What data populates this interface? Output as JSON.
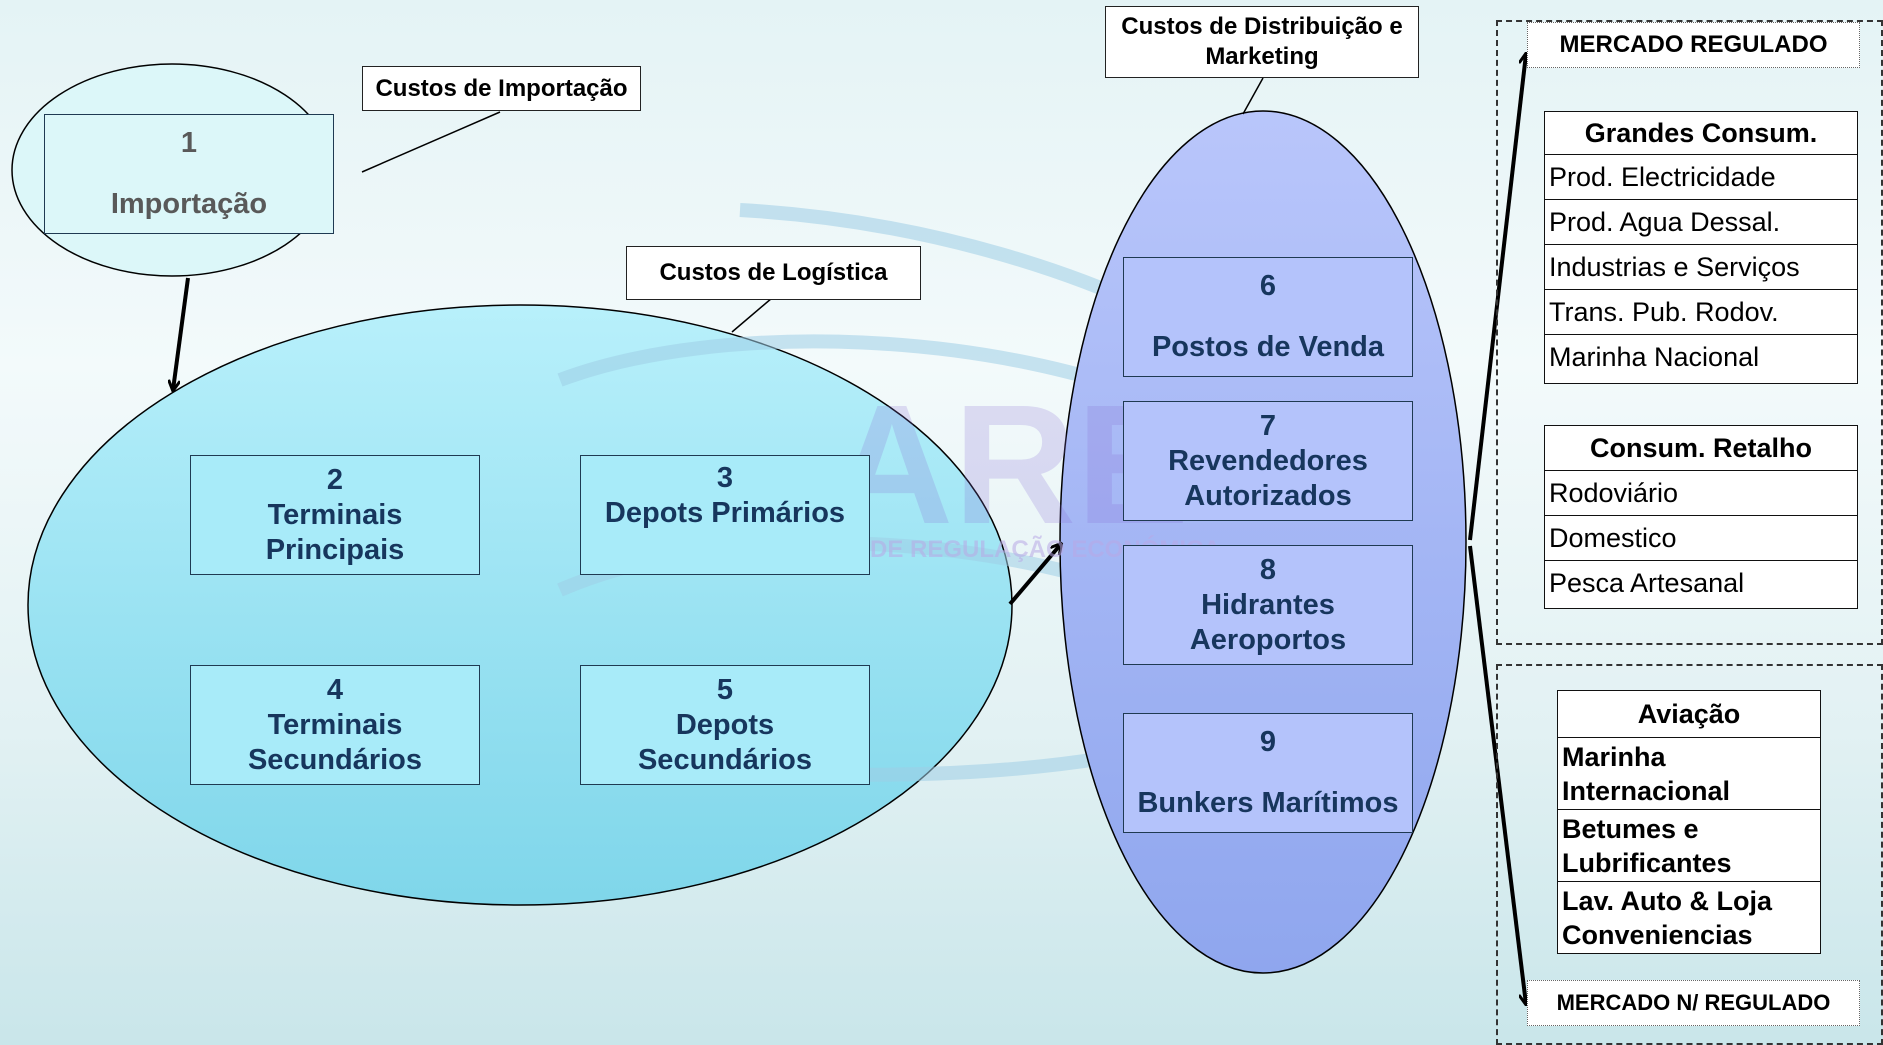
{
  "callouts": {
    "importacao": "Custos de Importação",
    "logistica": "Custos de Logística",
    "distribuicao": "Custos de Distribuição e Marketing"
  },
  "nodes": {
    "n1": {
      "num": "1",
      "label": "Importação"
    },
    "n2": {
      "num": "2",
      "label": "Terminais Principais"
    },
    "n3": {
      "num": "3",
      "label": "Depots Primários"
    },
    "n4": {
      "num": "4",
      "label": "Terminais Secundários"
    },
    "n5": {
      "num": "5",
      "label": "Depots Secundários"
    },
    "n6": {
      "num": "6",
      "label": "Postos de Venda"
    },
    "n7": {
      "num": "7",
      "label": "Revendedores Autorizados"
    },
    "n8": {
      "num": "8",
      "label": "Hidrantes Aeroportos"
    },
    "n9": {
      "num": "9",
      "label": "Bunkers Marítimos"
    }
  },
  "markets": {
    "regulado": "MERCADO REGULADO",
    "nao_regulado": "MERCADO N/ REGULADO"
  },
  "tables": {
    "grandes": {
      "header": "Grandes Consum.",
      "rows": [
        "Prod. Electricidade",
        "Prod. Agua Dessal.",
        "Industrias e Serviços",
        "Trans. Pub. Rodov.",
        "Marinha Nacional"
      ]
    },
    "retalho": {
      "header": "Consum. Retalho",
      "rows": [
        "Rodoviário",
        "Domestico",
        "Pesca Artesanal"
      ]
    },
    "aviacao": {
      "header": "Aviação",
      "rows": [
        "Marinha Internacional",
        "Betumes e Lubrificantes",
        "Lav. Auto & Loja Conveniencias"
      ]
    }
  },
  "watermark": {
    "logo_text": "ARE",
    "subtitle": "DE REGULAÇÃO ECONÓMICA"
  },
  "colors": {
    "cyan_fill": "#a8ebf9",
    "blue_fill": "#b4c3fb",
    "text_navy": "#17365d"
  }
}
